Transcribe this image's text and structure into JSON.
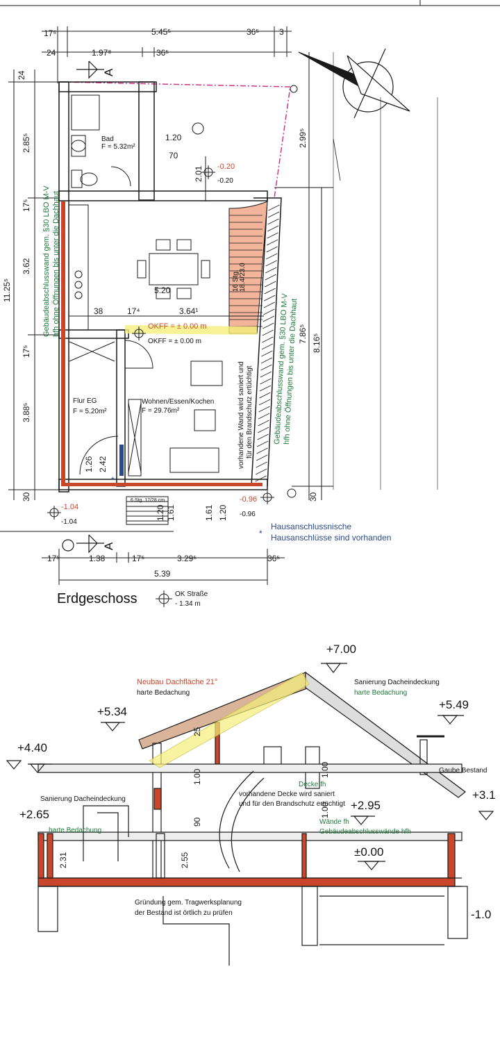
{
  "colors": {
    "line": "#1a1a1a",
    "wall_red": "#c8472a",
    "green": "#1f7a3a",
    "blue": "#2a4a8a",
    "stair_fill": "#f2b49a",
    "highlight": "#f4ef7a",
    "boundary": "#d0348a"
  },
  "plan": {
    "top_dims": {
      "d1": "17⁵",
      "d2": "5.45⁵",
      "d3": "36⁵",
      "d4": "3",
      "d5": "24",
      "d6": "1.97⁸",
      "d7": "36⁵"
    },
    "left_dims": {
      "d1": "24",
      "d2": "2.85⁵",
      "d3": "17⁵",
      "d4": "3.62",
      "d5": "11.25⁵",
      "d6": "17⁵",
      "d7": "3.88⁵",
      "d8": "30"
    },
    "right_dims": {
      "d1": "2.99⁵",
      "d2": "7.86⁵",
      "d3": "8.16⁵",
      "d4": "30"
    },
    "bath": {
      "name": "Bad",
      "area": "F = 5.32m²"
    },
    "hall": {
      "name": "Flur EG",
      "area": "F = 5.20m²"
    },
    "living": {
      "name": "Wohnen/Essen/Kochen",
      "area": "F = 29.76m²"
    },
    "window_top": {
      "w": "1.20",
      "h": "70"
    },
    "inner_dims": {
      "d1": "2.01",
      "d2": "5.20",
      "d3": "38",
      "d4": "17⁴",
      "d5": "3.64¹",
      "d6": "1.26",
      "d7": "2.42",
      "d8": "1.20",
      "d9": "1.61",
      "d10": "1.20",
      "d11": "1.61"
    },
    "levels": {
      "minus020a": "-0.20",
      "minus020b": "-0.20",
      "okff_red": "OKFF = ± 0.00 m",
      "okff_black": "OKFF = ± 0.00 m",
      "minus104a": "-1.04",
      "minus104b": "-1.04",
      "minus096a": "-0.96",
      "minus096b": "-0.96"
    },
    "stair_text": {
      "a": "16 Stg.",
      "b": "18.4/23.0"
    },
    "small_stair": "6 Stg. 17/28 cm",
    "wall_note_left": {
      "a": "Gebäudeabschlusswand gem. §30 LBO M-V",
      "b": "hfh ohne Öffnungen bis unter die Dachhaut"
    },
    "wall_note_right": {
      "a": "Gebäudeabschlusswand gem. §30 LBO M-V",
      "b": "hfh ohne Öffnungen bis unter die Dachhaut"
    },
    "wall_note_mid": {
      "a": "vorhandene Wand wird saniert und",
      "b": "für den Brandschutz ertüchtigt"
    },
    "house_conn": {
      "star": "*",
      "a": "Hausanschlussnische",
      "b": "Hausanschlüsse sind vorhanden"
    },
    "section_mark": "A",
    "bottom_dims": {
      "d1": "17⁵",
      "d2": "1.38",
      "d3": "17⁵",
      "d4": "3.29⁵",
      "d5": "36⁵",
      "d6": "5.39"
    },
    "title": "Erdgeschoss",
    "street": {
      "a": "OK Straße",
      "b": "- 1.34 m"
    }
  },
  "section": {
    "top_level": "+7.00",
    "left_roof_note": {
      "a": "Neubau Dachfläche  21°",
      "b": "harte Bedachung"
    },
    "right_roof_note": {
      "a": "Sanierung Dacheindeckung",
      "b": "harte Bedachung"
    },
    "lvl_534": "+5.34",
    "lvl_549": "+5.49",
    "lvl_440": "+4.40",
    "lvl_265": "+2.65",
    "lvl_295": "+2.95",
    "lvl_31": "+3.1",
    "lvl_000": "±0.00",
    "lvl_m10": "-1.0",
    "left_low_note": {
      "a": "Sanierung Dacheindeckung",
      "b": "harte Bedachung"
    },
    "gaube": "Gaube Bestand",
    "dims": {
      "d25": "25",
      "d100a": "1.00",
      "d90": "90",
      "d100b": "1.00",
      "d100c": "1.00",
      "d231": "2.31",
      "d255": "2.55"
    },
    "deck_note": {
      "a": "Decke fh",
      "b": "vorhandene Decke wird saniert",
      "c": "und für den Brandschutz ertüchtigt"
    },
    "wall_note": {
      "a": "Wände fh",
      "b": "Gebäudeabschlusswände hfh"
    },
    "foundation": {
      "a": "Gründung gem. Tragwerksplanung",
      "b": "der Bestand ist örtlich zu prüfen"
    }
  }
}
